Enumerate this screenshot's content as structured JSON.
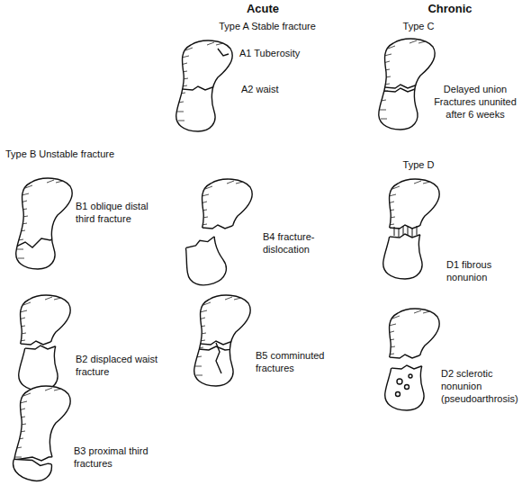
{
  "diagram": {
    "labels": [
      "Acute",
      "Chronic",
      "Type A Stable fracture",
      "A1 Tuberosity",
      "A2 waist",
      "Type C",
      "Delayed union Fractures ununited after 6 weeks",
      "Type B Unstable fracture",
      "Type D",
      "B1 oblique distal third fracture",
      "B4 fracture-dislocation",
      "D1 fibrous nonunion",
      "B2 displaced waist fracture",
      "B5 comminuted fractures",
      "D2 sclerotic nonunion (pseudoarthrosis)",
      "B3 proximal third fractures"
    ]
  }
}
